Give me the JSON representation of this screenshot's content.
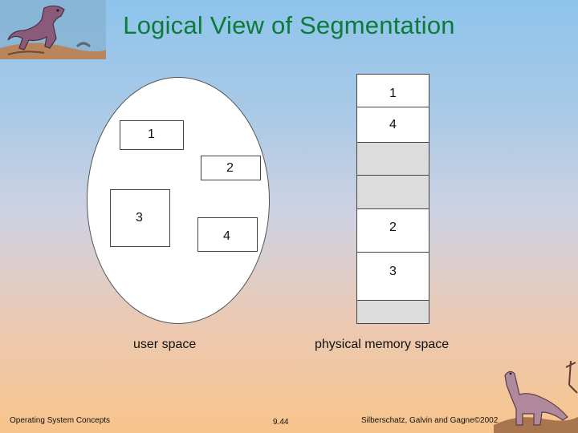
{
  "title": "Logical View of Segmentation",
  "user_space": {
    "label": "user space",
    "segments": [
      "1",
      "2",
      "3",
      "4"
    ]
  },
  "physical_memory": {
    "label": "physical memory space",
    "blocks": [
      {
        "label": "1",
        "state": "used"
      },
      {
        "label": "4",
        "state": "used"
      },
      {
        "label": "",
        "state": "free"
      },
      {
        "label": "",
        "state": "free"
      },
      {
        "label": "2",
        "state": "used"
      },
      {
        "label": "3",
        "state": "used"
      },
      {
        "label": "",
        "state": "free"
      }
    ]
  },
  "footer": {
    "left": "Operating System Concepts",
    "center": "9.44",
    "right": "Silberschatz, Galvin and  Gagne©2002"
  },
  "colors": {
    "title": "#0c7a3a",
    "free_block": "#dcdcdc"
  },
  "decorations": [
    "dinosaur-top-left",
    "dinosaur-bottom-right"
  ]
}
